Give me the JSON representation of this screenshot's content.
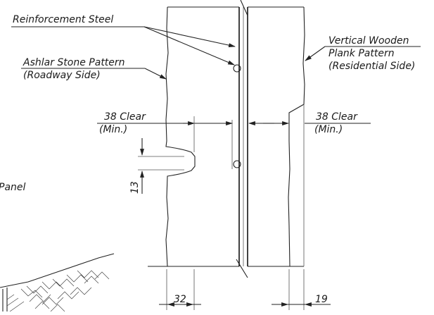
{
  "labels": {
    "reinforcement": "Reinforcement Steel",
    "ashlar_1": "Ashlar Stone Pattern",
    "ashlar_2": "(Roadway Side)",
    "wooden_1": "Vertical Wooden",
    "wooden_2": "Plank Pattern",
    "wooden_3": "(Residential Side)",
    "clear_left_1": "38 Clear",
    "clear_left_2": "(Min.)",
    "clear_right_1": "38 Clear",
    "clear_right_2": "(Min.)",
    "panel": "Panel",
    "dim_13": "13",
    "dim_32": "32",
    "dim_19": "19"
  }
}
